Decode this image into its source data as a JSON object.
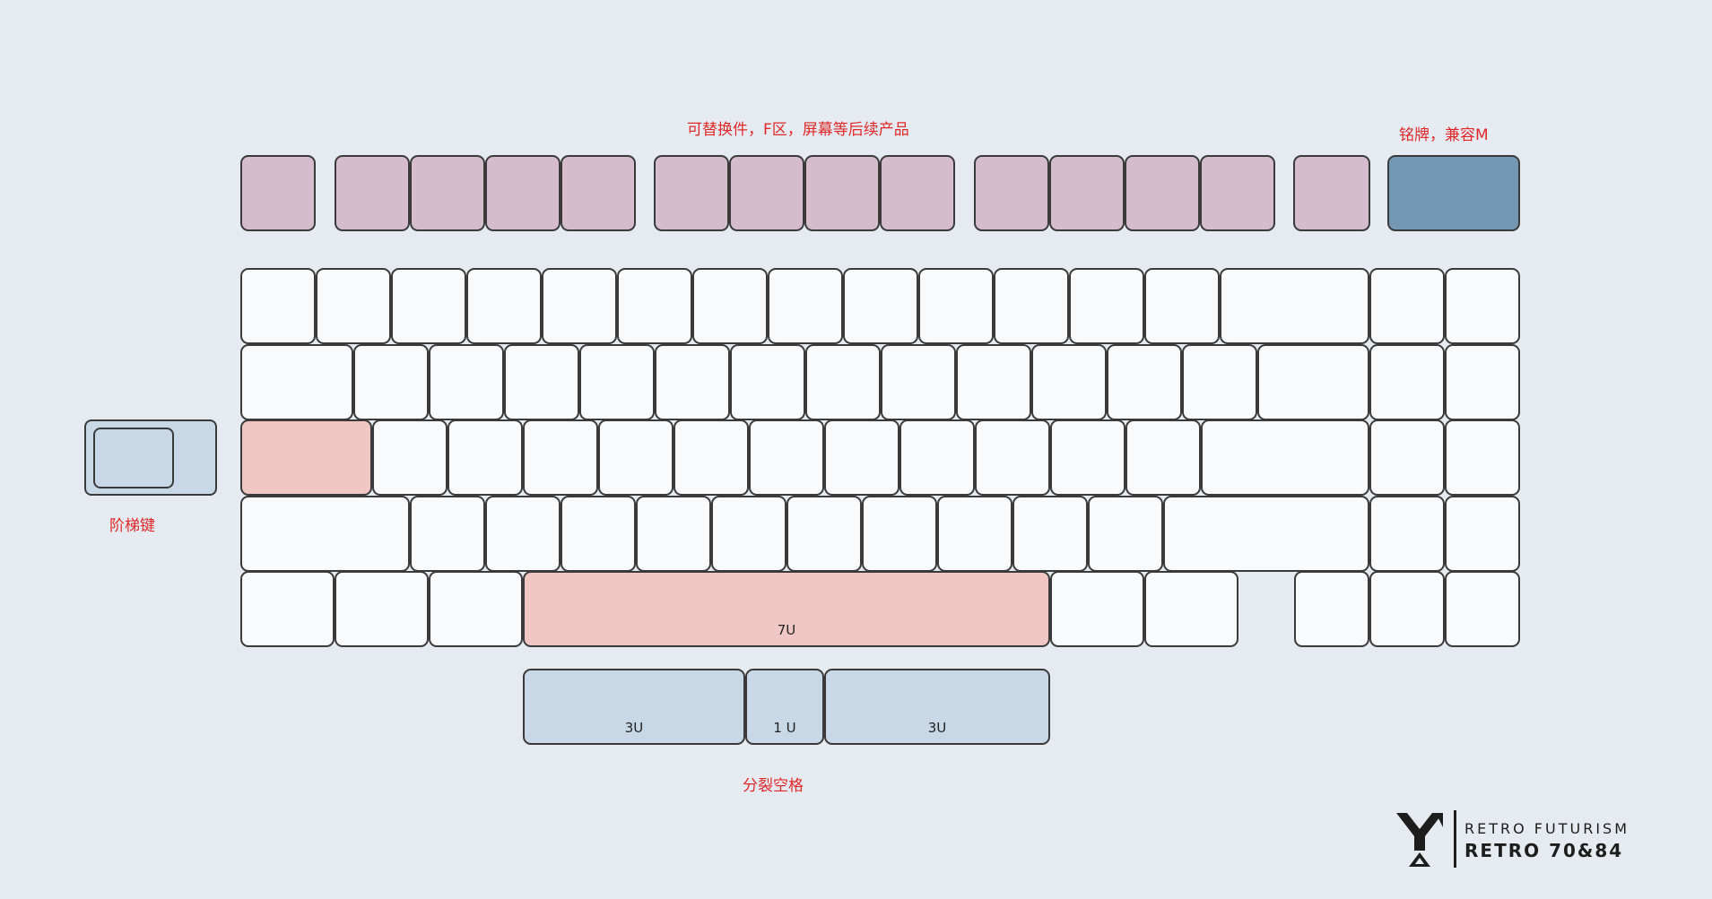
{
  "annotations": {
    "top_label": "可替换件，F区，屏幕等后续产品",
    "nameplate_label": "铭牌，兼容M",
    "ladder_label": "阶梯键",
    "split_label": "分裂空格"
  },
  "spacebar": {
    "main_label": "7U",
    "split_left": "3U",
    "split_mid": "1 U",
    "split_right": "3U"
  },
  "logo": {
    "line1": "RETRO FUTURISM",
    "line2": "RETRO 70&84"
  },
  "colors": {
    "background": "#e6ebf1",
    "key_white": "#f9fafc",
    "key_highlight_pink": "#f0c7c2",
    "key_mauve": "#d4bccd",
    "nameplate_steel_blue": "#7497b3",
    "split_blue": "#c8d8e6",
    "annotation_red": "#e02828"
  }
}
